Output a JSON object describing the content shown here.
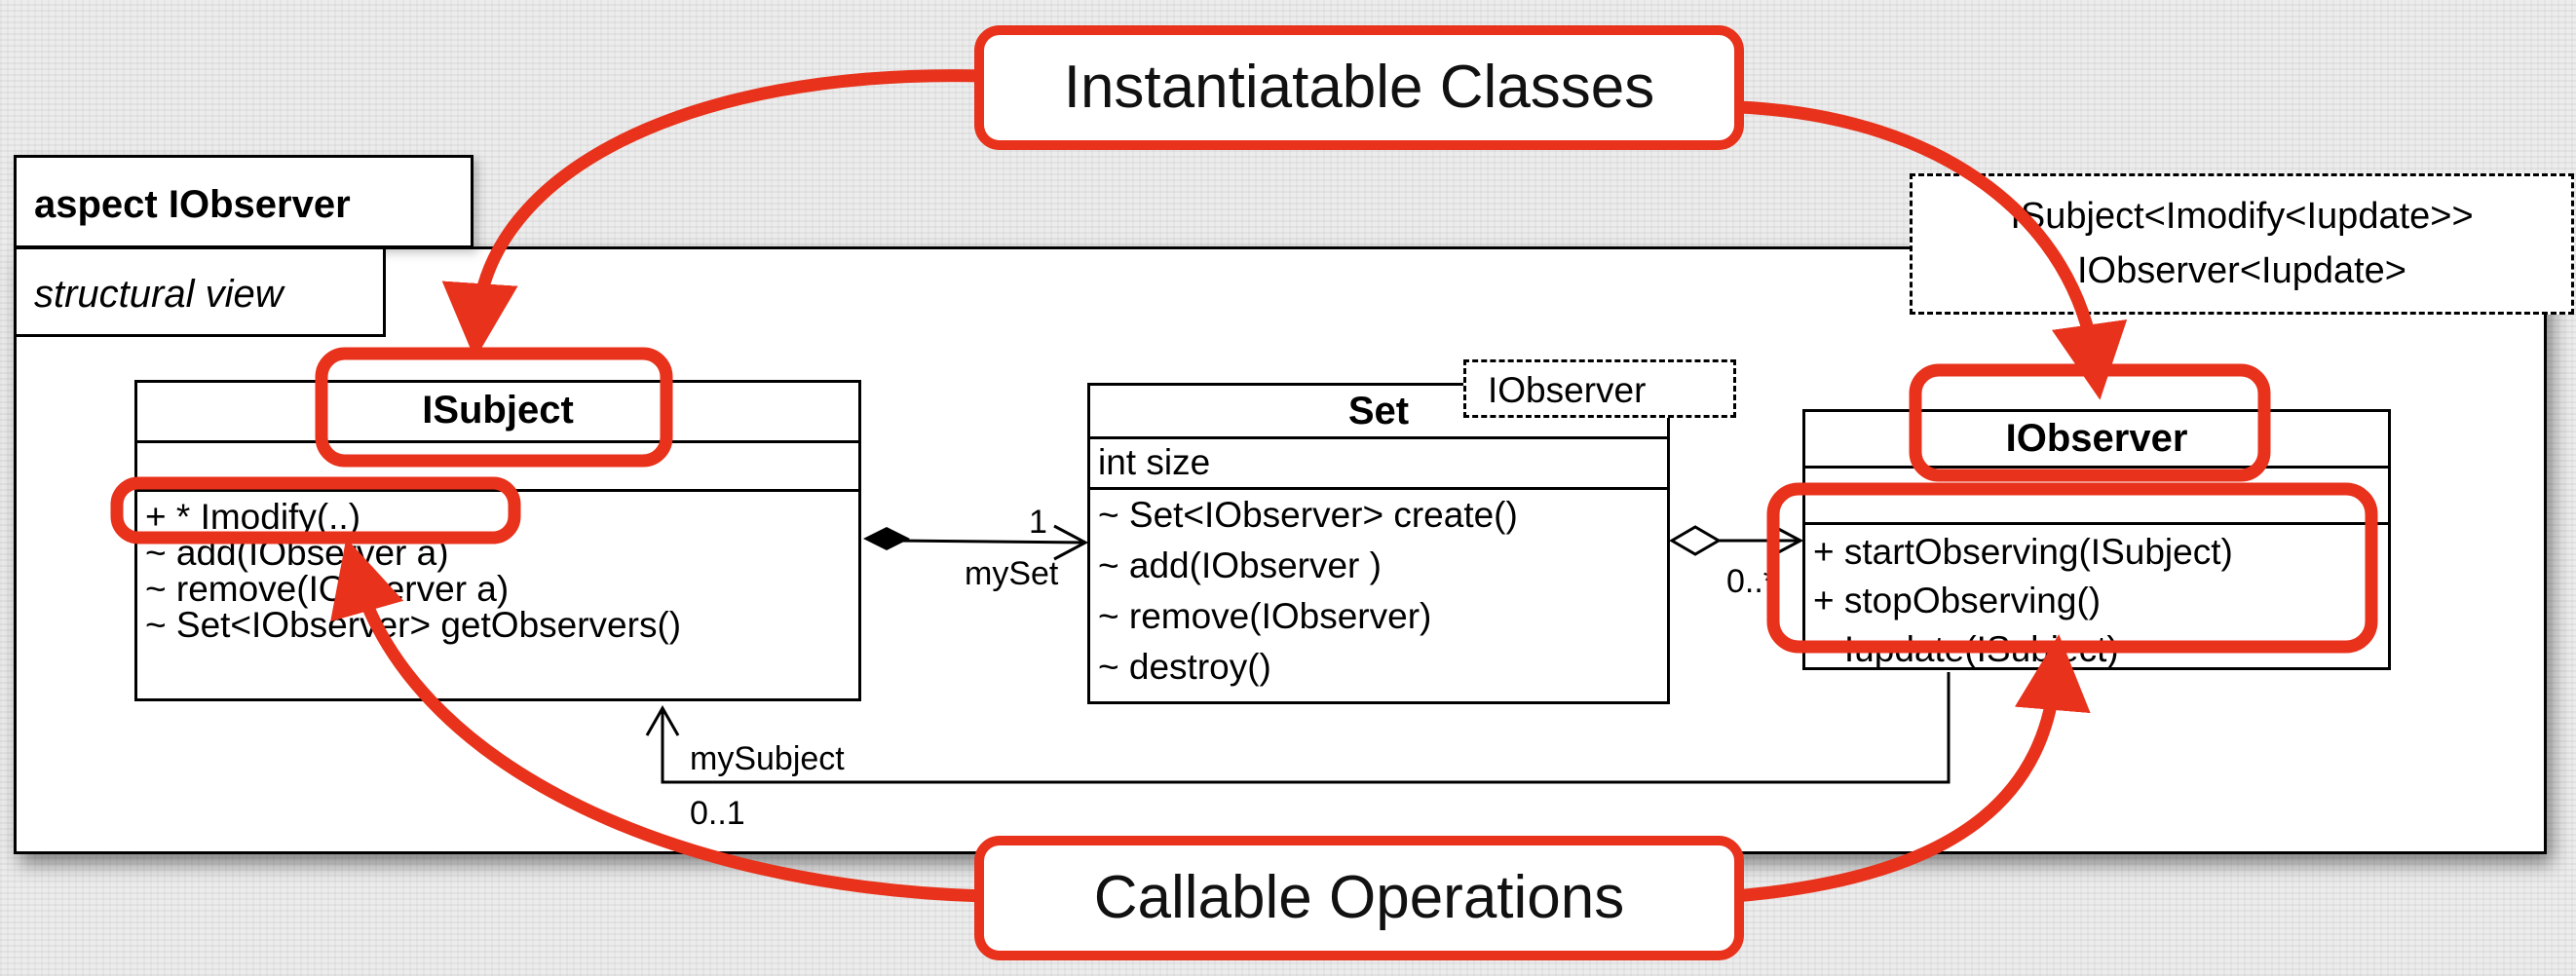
{
  "aspect": {
    "title": "aspect IObserver",
    "view_label": "structural view"
  },
  "binding": {
    "line1": "ISubject<Imodify<Iupdate>>",
    "line2": "IObserver<Iupdate>"
  },
  "classes": {
    "isubject": {
      "name": "ISubject",
      "operations": [
        "+ * Imodify(..)",
        "~ add(IObserver a)",
        "~ remove(IObserver a)",
        "~ Set<IObserver> getObservers()"
      ]
    },
    "set": {
      "name": "Set",
      "template_param": "IObserver",
      "attributes": [
        "int size"
      ],
      "operations": [
        "~ Set<IObserver> create()",
        "~ add(IObserver )",
        "~ remove(IObserver)",
        "~ destroy()"
      ]
    },
    "iobserver": {
      "name": "IObserver",
      "operations": [
        "+ startObserving(ISubject)",
        "+ stopObserving()",
        "~ Iupdate(ISubject)"
      ]
    }
  },
  "associations": {
    "myset_mult": "1",
    "myset_role": "mySet",
    "observers_mult": "0..*",
    "mysubject_role": "mySubject",
    "mysubject_mult": "0..1"
  },
  "callouts": {
    "top": "Instantiatable Classes",
    "bottom": "Callable Operations"
  },
  "colors": {
    "annotation": "#e8321b",
    "background": "#ececec",
    "line": "#000000"
  }
}
